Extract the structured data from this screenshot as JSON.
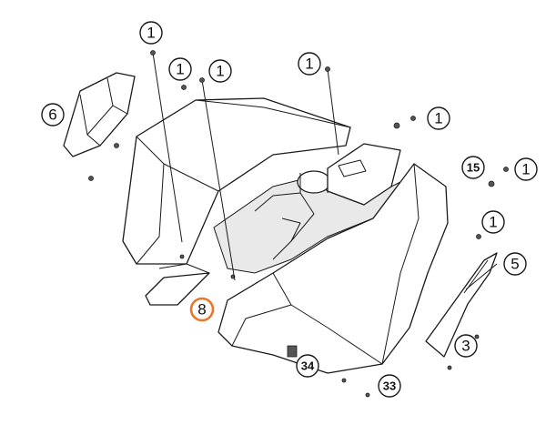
{
  "diagram": {
    "callouts": {
      "c1_top": "1",
      "c1_mid_a": "1",
      "c1_mid_b": "1",
      "c1_center": "1",
      "c1_right_a": "1",
      "c1_right_b": "1",
      "c1_right_c": "1",
      "c6": "6",
      "c15": "15",
      "c5": "5",
      "c3": "3",
      "c8": "8",
      "c34": "34",
      "c33": "33"
    },
    "highlight_color": "#e8762b"
  }
}
